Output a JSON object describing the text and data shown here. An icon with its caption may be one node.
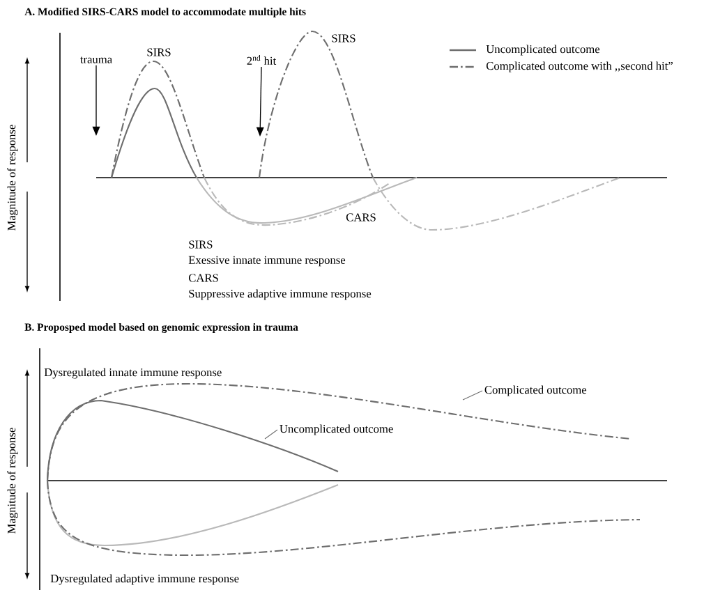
{
  "diagram": {
    "nodes": [
      {
        "text": [
          "trauma"
        ]
      },
      {
        "text": [
          "2$^{nd}$ hit"
        ]
      },
      {
        "text": [
          "Complicated outcome"
        ]
      },
      {
        "text": [
          "Uncomplicated outcome"
        ]
      }
    ],
    "edges": [
      {
        "from": 0,
        "to": null,
        "arrow": "to"
      },
      {
        "from": 1,
        "to": null,
        "arrow": "to"
      },
      {
        "from": 2,
        "to": null,
        "arrow": "none",
        "color": "#6e6e6e"
      },
      {
        "from": 3,
        "to": null,
        "arrow": "none",
        "color": "#6e6e6e"
      }
    ],
    "labels": [
      "A. Modified SIRS-CARS model to accommodate multiple hits",
      "Magnitude of response",
      "SIRS",
      "SIRS",
      "CARS",
      "SIRS",
      "Exessive innate immune response",
      "CARS",
      "Suppressive adaptive immune response",
      "B. Proposped model based on genomic expression in trauma",
      "Dysregulated innate immune response",
      "Magnitude of response",
      "Dysregulated adaptive immune response"
    ],
    "legend": [
      {
        "text": "Uncomplicated outcome"
      },
      {
        "text": "Complicated outcome with ,,second hit”"
      }
    ]
  }
}
